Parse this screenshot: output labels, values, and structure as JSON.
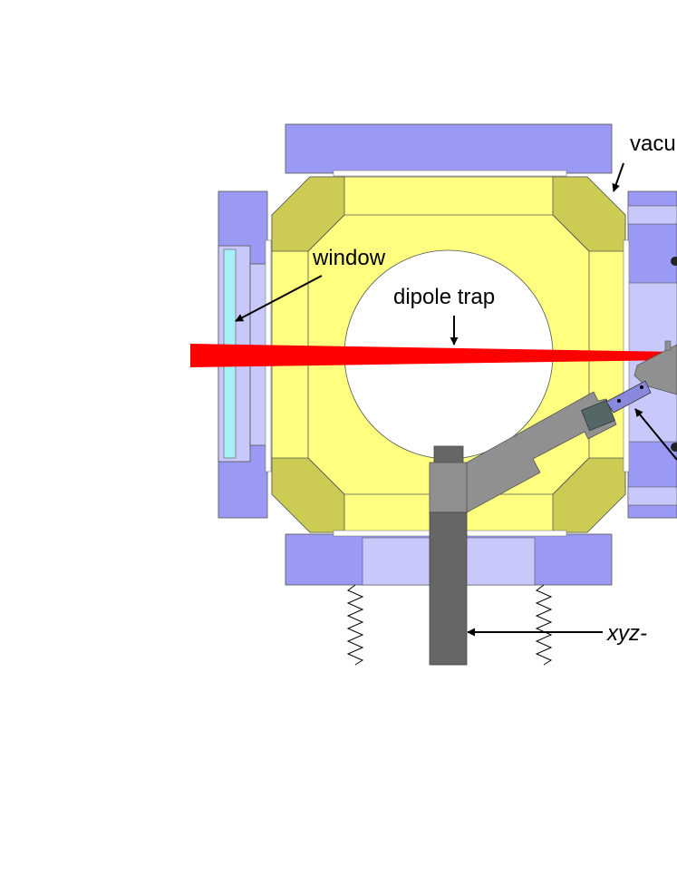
{
  "labels": {
    "vacuum": "vacu",
    "window": "window",
    "dipole_trap": "dipole trap",
    "stage": "xyz-"
  },
  "colors": {
    "flange_blue": "#9a9af5",
    "light_blue": "#c8c8fa",
    "window_glass": "#a8f0f8",
    "chamber_yellow": "#ffff80",
    "corner_olive": "#cccc55",
    "laser_red": "#ff0000",
    "arm_gray": "#909090",
    "post_gray": "#666666",
    "holder_dark": "#556666",
    "holder_purple": "#8888dd"
  }
}
